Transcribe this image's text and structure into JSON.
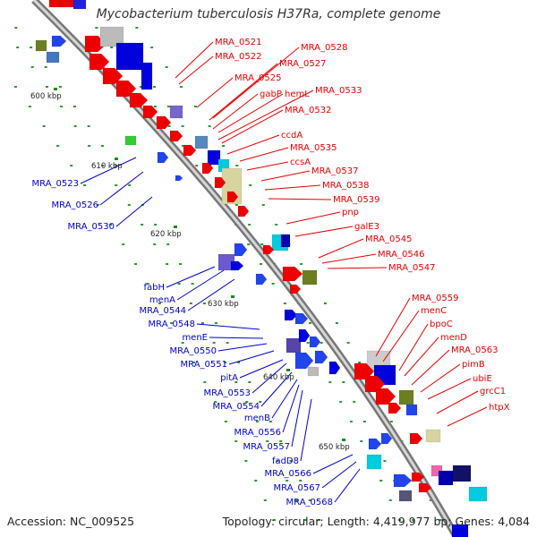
{
  "title": "Mycobacterium tuberculosis H37Ra, complete genome",
  "footer": {
    "accession": "Accession: NC_009525",
    "summary": "Topology: circular; Length: 4,419,977 bp; Genes: 4,084"
  },
  "colors": {
    "forward_label": "#e60000",
    "reverse_label": "#0000cc",
    "backbone": "#8c8c8c",
    "tick_marks": "#1a8c1a"
  },
  "ticks": [
    "600 kbp",
    "610 kbp",
    "620 kbp",
    "630 kbp",
    "640 kbp",
    "650 kbp"
  ],
  "forward_labels": [
    "MRA_0521",
    "MRA_0522",
    "MRA_0528",
    "MRA_0527",
    "MRA_0525",
    "gabP",
    "hemL",
    "MRA_0533",
    "MRA_0532",
    "ccdA",
    "MRA_0535",
    "ccsA",
    "MRA_0537",
    "MRA_0538",
    "MRA_0539",
    "pnp",
    "galE3",
    "MRA_0545",
    "MRA_0546",
    "MRA_0547",
    "MRA_0559",
    "menC",
    "bpoC",
    "menD",
    "MRA_0563",
    "pimB",
    "ubiE",
    "grcC1",
    "htpX"
  ],
  "reverse_labels": [
    "MRA_0523",
    "MRA_0526",
    "MRA_0530",
    "fabH",
    "menA",
    "MRA_0544",
    "MRA_0548",
    "menE",
    "MRA_0550",
    "MRA_0551",
    "pitA",
    "MRA_0553",
    "MRA_0554",
    "menB",
    "MRA_0556",
    "MRA_0557",
    "fadD8",
    "MRA_0566",
    "MRA_0567",
    "MRA_0568"
  ]
}
